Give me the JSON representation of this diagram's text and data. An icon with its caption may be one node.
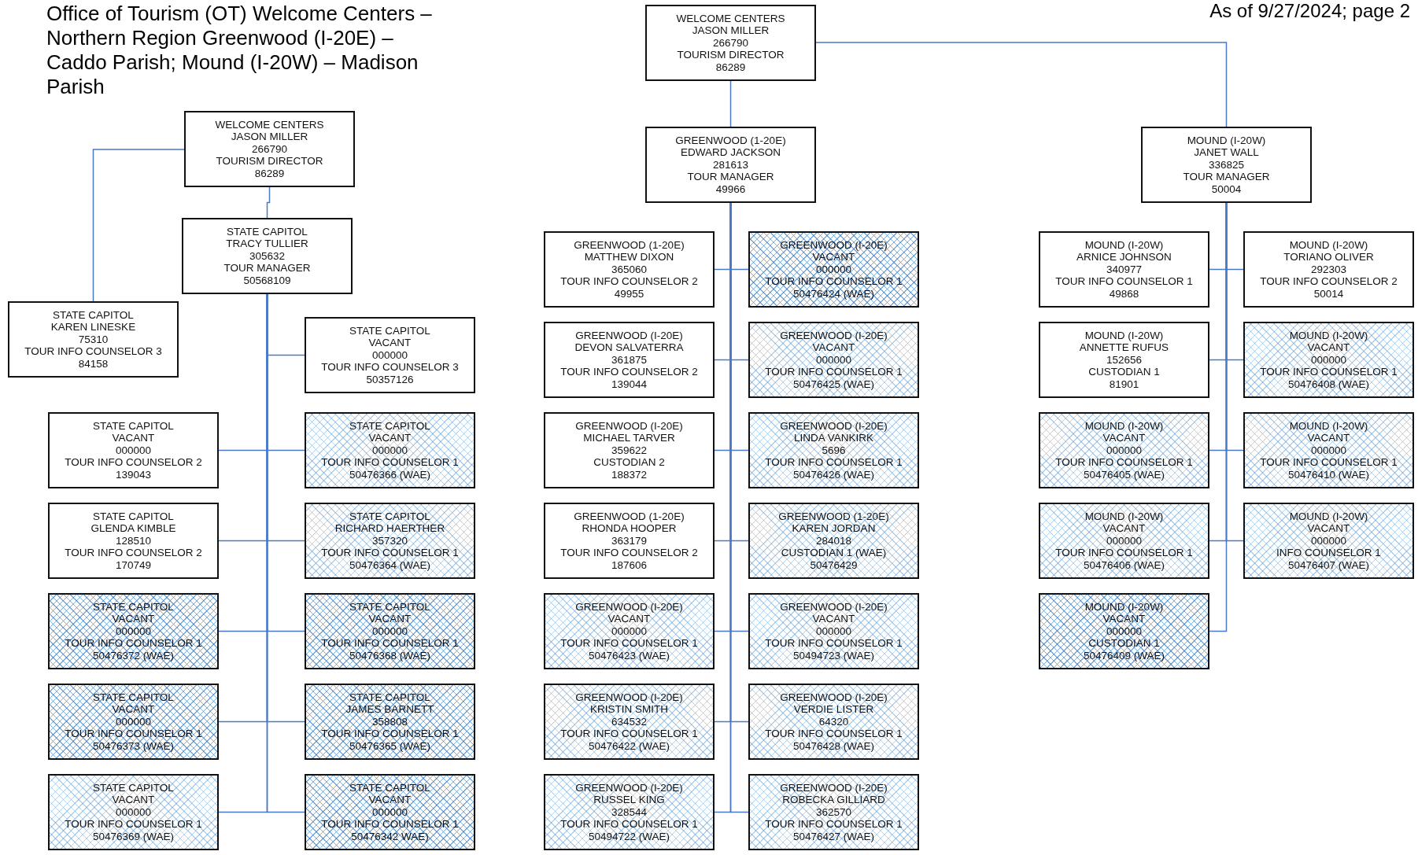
{
  "diagram": {
    "title": "Office of Tourism (OT) Welcome Centers – Northern Region Greenwood (I-20E) – Caddo Parish; Mound (I-20W) – Madison Parish",
    "nodes": [
      {
        "text": [
          "WELCOME CENTERS",
          "JASON MILLER",
          "266790",
          "TOURISM DIRECTOR",
          "86289"
        ]
      },
      {
        "text": [
          "STATE CAPITOL",
          "TRACY TULLIER",
          "305632",
          "TOUR MANAGER",
          "50568109"
        ]
      },
      {
        "text": [
          "STATE CAPITOL",
          "KAREN LINESKE",
          "75310",
          "TOUR INFO COUNSELOR 3",
          "84158"
        ]
      },
      {
        "text": [
          "STATE CAPITOL",
          "VACANT",
          "000000",
          "TOUR INFO COUNSELOR 3",
          "50357126"
        ]
      },
      {
        "text": [
          "STATE CAPITOL",
          "VACANT",
          "000000",
          "TOUR INFO COUNSELOR 2",
          "139043"
        ]
      },
      {
        "text": [
          "STATE CAPITOL",
          "VACANT",
          "000000",
          "TOUR INFO COUNSELOR 1",
          "50476366 (WAE)"
        ]
      },
      {
        "text": [
          "STATE CAPITOL",
          "GLENDA KIMBLE",
          "128510",
          "TOUR INFO COUNSELOR 2",
          "170749"
        ]
      },
      {
        "text": [
          "STATE CAPITOL",
          "RICHARD HAERTHER",
          "357320",
          "TOUR INFO COUNSELOR 1",
          "50476364 (WAE)"
        ]
      },
      {
        "text": [
          "STATE CAPITOL",
          "VACANT",
          "000000",
          "TOUR INFO COUNSELOR 1",
          "50476372 (WAE)"
        ]
      },
      {
        "text": [
          "STATE CAPITOL",
          "VACANT",
          "000000",
          "TOUR INFO COUNSELOR 1",
          "50476368 (WAE)"
        ]
      },
      {
        "text": [
          "STATE CAPITOL",
          "VACANT",
          "000000",
          "TOUR INFO COUNSELOR 1",
          "50476373 (WAE)"
        ]
      },
      {
        "text": [
          "STATE CAPITOL",
          "JAMES BARNETT",
          "358808",
          "TOUR INFO COUNSELOR 1",
          "50476365 (WAE)"
        ]
      },
      {
        "text": [
          "STATE CAPITOL",
          "VACANT",
          "000000",
          "TOUR INFO COUNSELOR 1",
          "50476369 (WAE)"
        ]
      },
      {
        "text": [
          "STATE CAPITOL",
          "VACANT",
          "000000",
          "TOUR INFO COUNSELOR 1",
          "50476342 WAE)"
        ]
      },
      {
        "text": [
          "WELCOME CENTERS",
          "JASON MILLER",
          "266790",
          "TOURISM DIRECTOR",
          "86289"
        ]
      },
      {
        "text": [
          "GREENWOOD (1-20E)",
          "EDWARD JACKSON",
          "281613",
          "TOUR MANAGER",
          "49966"
        ]
      },
      {
        "text": [
          "GREENWOOD (1-20E)",
          "MATTHEW DIXON",
          "365060",
          "TOUR INFO COUNSELOR 2",
          "49955"
        ]
      },
      {
        "text": [
          "GREENWOOD (I-20E)",
          "VACANT",
          "000000",
          "TOUR INFO COUNSELOR 1",
          "50476424 (WAE)"
        ]
      },
      {
        "text": [
          "GREENWOOD (I-20E)",
          "DEVON SALVATERRA",
          "361875",
          "TOUR INFO COUNSELOR 2",
          "139044"
        ]
      },
      {
        "text": [
          "GREENWOOD (I-20E)",
          "VACANT",
          "000000",
          "TOUR INFO COUNSELOR 1",
          "50476425 (WAE)"
        ]
      },
      {
        "text": [
          "GREENWOOD (I-20E)",
          "MICHAEL TARVER",
          "359622",
          "CUSTODIAN 2",
          "188372"
        ]
      },
      {
        "text": [
          "GREENWOOD (I-20E)",
          "LINDA VANKIRK",
          "5696",
          "TOUR INFO COUNSELOR 1",
          "50476426 (WAE)"
        ]
      },
      {
        "text": [
          "GREENWOOD (1-20E)",
          "RHONDA HOOPER",
          "363179",
          "TOUR INFO COUNSELOR 2",
          "187606"
        ]
      },
      {
        "text": [
          "GREENWOOD (1-20E)",
          "KAREN JORDAN",
          "284018",
          "CUSTODIAN 1 (WAE)",
          "50476429"
        ]
      },
      {
        "text": [
          "GREENWOOD (I-20E)",
          "VACANT",
          "000000",
          "TOUR INFO COUNSELOR 1",
          "50476423 (WAE)"
        ]
      },
      {
        "text": [
          "GREENWOOD (I-20E)",
          "VACANT",
          "000000",
          "TOUR INFO COUNSELOR 1",
          "50494723 (WAE)"
        ]
      },
      {
        "text": [
          "GREENWOOD (I-20E)",
          "KRISTIN SMITH",
          "634532",
          "TOUR INFO COUNSELOR 1",
          "50476422 (WAE)"
        ]
      },
      {
        "text": [
          "GREENWOOD (I-20E)",
          "VERDIE LISTER",
          "64320",
          "TOUR INFO COUNSELOR 1",
          "50476428 (WAE)"
        ]
      },
      {
        "text": [
          "GREENWOOD (I-20E)",
          "RUSSEL KING",
          "328544",
          "TOUR INFO COUNSELOR 1",
          "50494722 (WAE)"
        ]
      },
      {
        "text": [
          "GREENWOOD (I-20E)",
          "ROBECKA GILLIARD",
          "362570",
          "TOUR INFO COUNSELOR 1",
          "50476427 (WAE)"
        ]
      },
      {
        "text": [
          "MOUND (I-20W)",
          "JANET WALL",
          "336825",
          "TOUR MANAGER",
          "50004"
        ]
      },
      {
        "text": [
          "MOUND (I-20W)",
          "ARNICE JOHNSON",
          "340977",
          "TOUR INFO COUNSELOR 1",
          "49868"
        ]
      },
      {
        "text": [
          "MOUND (I-20W)",
          "TORIANO OLIVER",
          "292303",
          "TOUR INFO COUNSELOR 2",
          "50014"
        ]
      },
      {
        "text": [
          "MOUND (I-20W)",
          "ANNETTE RUFUS",
          "152656",
          "CUSTODIAN 1",
          "81901"
        ]
      },
      {
        "text": [
          "MOUND (I-20W)",
          "VACANT",
          "000000",
          "TOUR INFO COUNSELOR 1",
          "50476408 (WAE)"
        ]
      },
      {
        "text": [
          "MOUND (I-20W)",
          "VACANT",
          "000000",
          "TOUR INFO COUNSELOR 1",
          "50476405 (WAE)"
        ]
      },
      {
        "text": [
          "MOUND (I-20W)",
          "VACANT",
          "000000",
          "TOUR INFO COUNSELOR 1",
          "50476410 (WAE)"
        ]
      },
      {
        "text": [
          "MOUND (I-20W)",
          "VACANT",
          "000000",
          "TOUR INFO COUNSELOR 1",
          "50476406 (WAE)"
        ]
      },
      {
        "text": [
          "MOUND (I-20W)",
          "VACANT",
          "000000",
          "INFO COUNSELOR 1",
          "50476407 (WAE)"
        ]
      },
      {
        "text": [
          "MOUND (I-20W)",
          "VACANT",
          "000000",
          "CUSTODIAN 1",
          "50476409 (WAE)"
        ]
      }
    ],
    "edges": [
      {
        "from": 0,
        "to": 1,
        "arrow": "none"
      },
      {
        "from": 0,
        "to": 2,
        "arrow": "none"
      },
      {
        "from": 1,
        "to": 3,
        "arrow": "none"
      },
      {
        "from": 1,
        "to": 4,
        "arrow": "none"
      },
      {
        "from": 1,
        "to": 5,
        "arrow": "none"
      },
      {
        "from": 1,
        "to": 6,
        "arrow": "none"
      },
      {
        "from": 1,
        "to": 7,
        "arrow": "none"
      },
      {
        "from": 1,
        "to": 8,
        "arrow": "none"
      },
      {
        "from": 1,
        "to": 9,
        "arrow": "none"
      },
      {
        "from": 1,
        "to": 10,
        "arrow": "none"
      },
      {
        "from": 1,
        "to": 11,
        "arrow": "none"
      },
      {
        "from": 1,
        "to": 12,
        "arrow": "none"
      },
      {
        "from": 1,
        "to": 13,
        "arrow": "none"
      },
      {
        "from": 14,
        "to": 15,
        "arrow": "none"
      },
      {
        "from": 14,
        "to": 30,
        "arrow": "none"
      },
      {
        "from": 15,
        "to": 16,
        "arrow": "none"
      },
      {
        "from": 15,
        "to": 17,
        "arrow": "none"
      },
      {
        "from": 15,
        "to": 18,
        "arrow": "none"
      },
      {
        "from": 15,
        "to": 19,
        "arrow": "none"
      },
      {
        "from": 15,
        "to": 20,
        "arrow": "none"
      },
      {
        "from": 15,
        "to": 21,
        "arrow": "none"
      },
      {
        "from": 15,
        "to": 22,
        "arrow": "none"
      },
      {
        "from": 15,
        "to": 23,
        "arrow": "none"
      },
      {
        "from": 15,
        "to": 24,
        "arrow": "none"
      },
      {
        "from": 15,
        "to": 25,
        "arrow": "none"
      },
      {
        "from": 15,
        "to": 26,
        "arrow": "none"
      },
      {
        "from": 15,
        "to": 27,
        "arrow": "none"
      },
      {
        "from": 15,
        "to": 28,
        "arrow": "none"
      },
      {
        "from": 15,
        "to": 29,
        "arrow": "none"
      },
      {
        "from": 30,
        "to": 31,
        "arrow": "none"
      },
      {
        "from": 30,
        "to": 32,
        "arrow": "none"
      },
      {
        "from": 30,
        "to": 33,
        "arrow": "none"
      },
      {
        "from": 30,
        "to": 34,
        "arrow": "none"
      },
      {
        "from": 30,
        "to": 35,
        "arrow": "none"
      },
      {
        "from": 30,
        "to": 36,
        "arrow": "none"
      },
      {
        "from": 30,
        "to": 37,
        "arrow": "none"
      },
      {
        "from": 30,
        "to": 38,
        "arrow": "none"
      },
      {
        "from": 30,
        "to": 39,
        "arrow": "none"
      }
    ],
    "labels": [
      "As of 9/27/2024; page 2"
    ]
  }
}
